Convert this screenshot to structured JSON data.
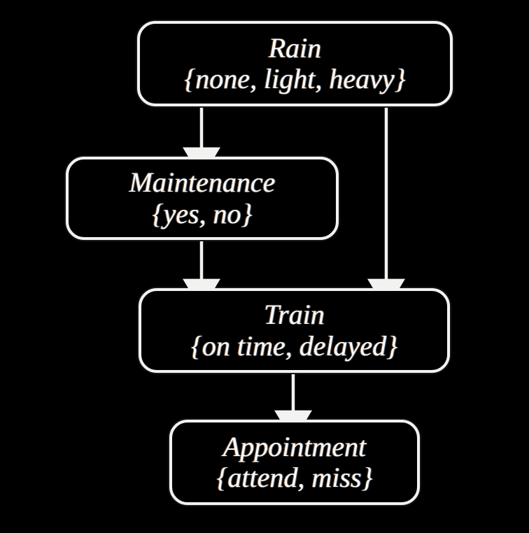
{
  "diagram": {
    "type": "bayesian-network",
    "background_color": "#000000",
    "stroke_color": "#f2f2f0",
    "text_color": "#ffffff",
    "nodes": [
      {
        "id": "rain",
        "label": "Rain",
        "states": "{none, light, heavy}"
      },
      {
        "id": "maintenance",
        "label": "Maintenance",
        "states": "{yes, no}"
      },
      {
        "id": "train",
        "label": "Train",
        "states": "{on time, delayed}"
      },
      {
        "id": "appointment",
        "label": "Appointment",
        "states": "{attend, miss}"
      }
    ],
    "edges": [
      {
        "id": "rain-to-maintenance",
        "from": "Rain",
        "to": "Maintenance"
      },
      {
        "id": "rain-to-train",
        "from": "Rain",
        "to": "Train"
      },
      {
        "id": "maintenance-to-train",
        "from": "Maintenance",
        "to": "Train"
      },
      {
        "id": "train-to-appointment",
        "from": "Train",
        "to": "Appointment"
      }
    ]
  }
}
